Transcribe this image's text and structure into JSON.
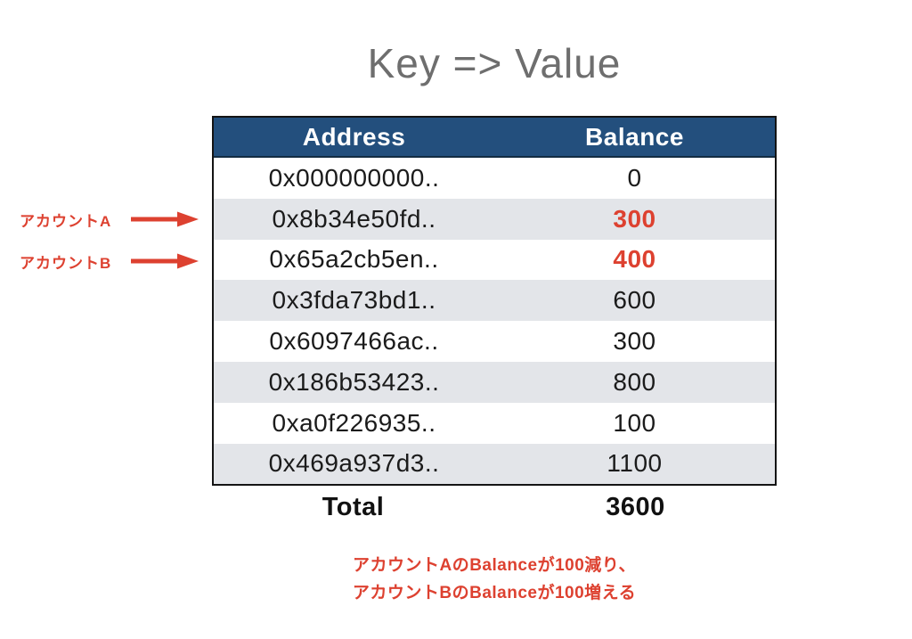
{
  "title": "Key => Value",
  "table": {
    "headers": [
      "Address",
      "Balance"
    ],
    "rows": [
      {
        "address": "0x000000000..",
        "balance": "0",
        "highlight": false
      },
      {
        "address": "0x8b34e50fd..",
        "balance": "300",
        "highlight": true
      },
      {
        "address": "0x65a2cb5en..",
        "balance": "400",
        "highlight": true
      },
      {
        "address": "0x3fda73bd1..",
        "balance": "600",
        "highlight": false
      },
      {
        "address": "0x6097466ac..",
        "balance": "300",
        "highlight": false
      },
      {
        "address": "0x186b53423..",
        "balance": "800",
        "highlight": false
      },
      {
        "address": "0xa0f226935..",
        "balance": "100",
        "highlight": false
      },
      {
        "address": "0x469a937d3..",
        "balance": "1100",
        "highlight": false
      }
    ],
    "total_label": "Total",
    "total_value": "3600"
  },
  "annotations": [
    {
      "label": "アカウントA",
      "icon": "arrow-right-icon"
    },
    {
      "label": "アカウントB",
      "icon": "arrow-right-icon"
    }
  ],
  "footer": {
    "line1": "アカウントAのBalanceが100減り、",
    "line2": "アカウントBのBalanceが100増える"
  },
  "colors": {
    "header_bg": "#234f7d",
    "row_alt_bg": "#e3e5e9",
    "accent_red": "#dd4130",
    "title_gray": "#6e6e6e"
  }
}
